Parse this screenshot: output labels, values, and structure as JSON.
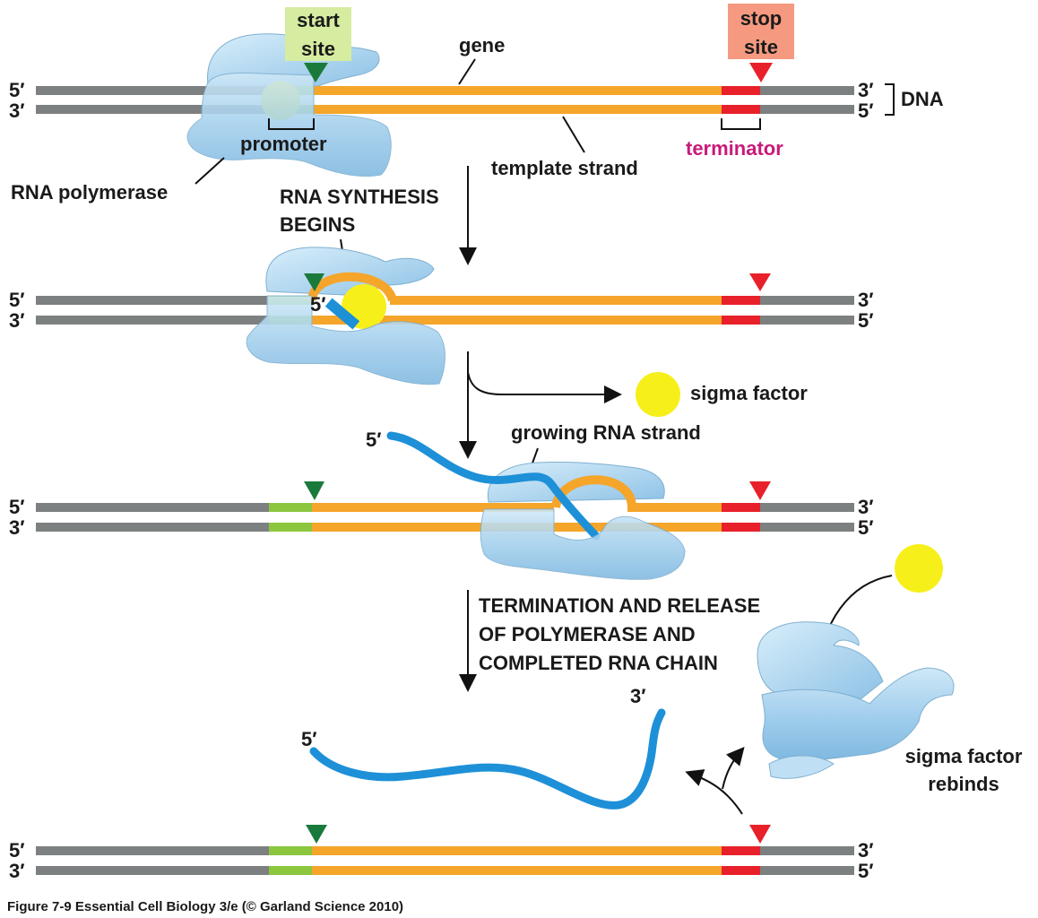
{
  "labels": {
    "start_site_line1": "start",
    "start_site_line2": "site",
    "stop_site_line1": "stop",
    "stop_site_line2": "site",
    "gene": "gene",
    "dna": "DNA",
    "promoter": "promoter",
    "terminator": "terminator",
    "template_strand": "template strand",
    "rna_polymerase": "RNA polymerase",
    "rna_synthesis_line1": "RNA SYNTHESIS",
    "rna_synthesis_line2": "BEGINS",
    "sigma_factor": "sigma factor",
    "growing_rna_strand": "growing RNA strand",
    "termination_line1": "TERMINATION AND RELEASE",
    "termination_line2": "OF POLYMERASE AND",
    "termination_line3": "COMPLETED RNA CHAIN",
    "sigma_rebinds_line1": "sigma factor",
    "sigma_rebinds_line2": "rebinds",
    "five_prime": "5′",
    "three_prime": "3′"
  },
  "caption": "Figure 7-9  Essential Cell Biology 3/e (© Garland Science 2010)",
  "colors": {
    "dna_gray": "#7d8080",
    "gene_orange": "#f5a52a",
    "promoter_green": "#8cc63f",
    "terminator_red": "#e8202a",
    "start_marker": "#1a7a3c",
    "stop_marker": "#e8202a",
    "polymerase_blue": "#a8d4ee",
    "rna_blue": "#1e90d8",
    "sigma_yellow": "#f7ef1a",
    "start_box": "#d6eca0",
    "stop_box": "#f59a80",
    "terminator_text": "#c81a7a"
  }
}
